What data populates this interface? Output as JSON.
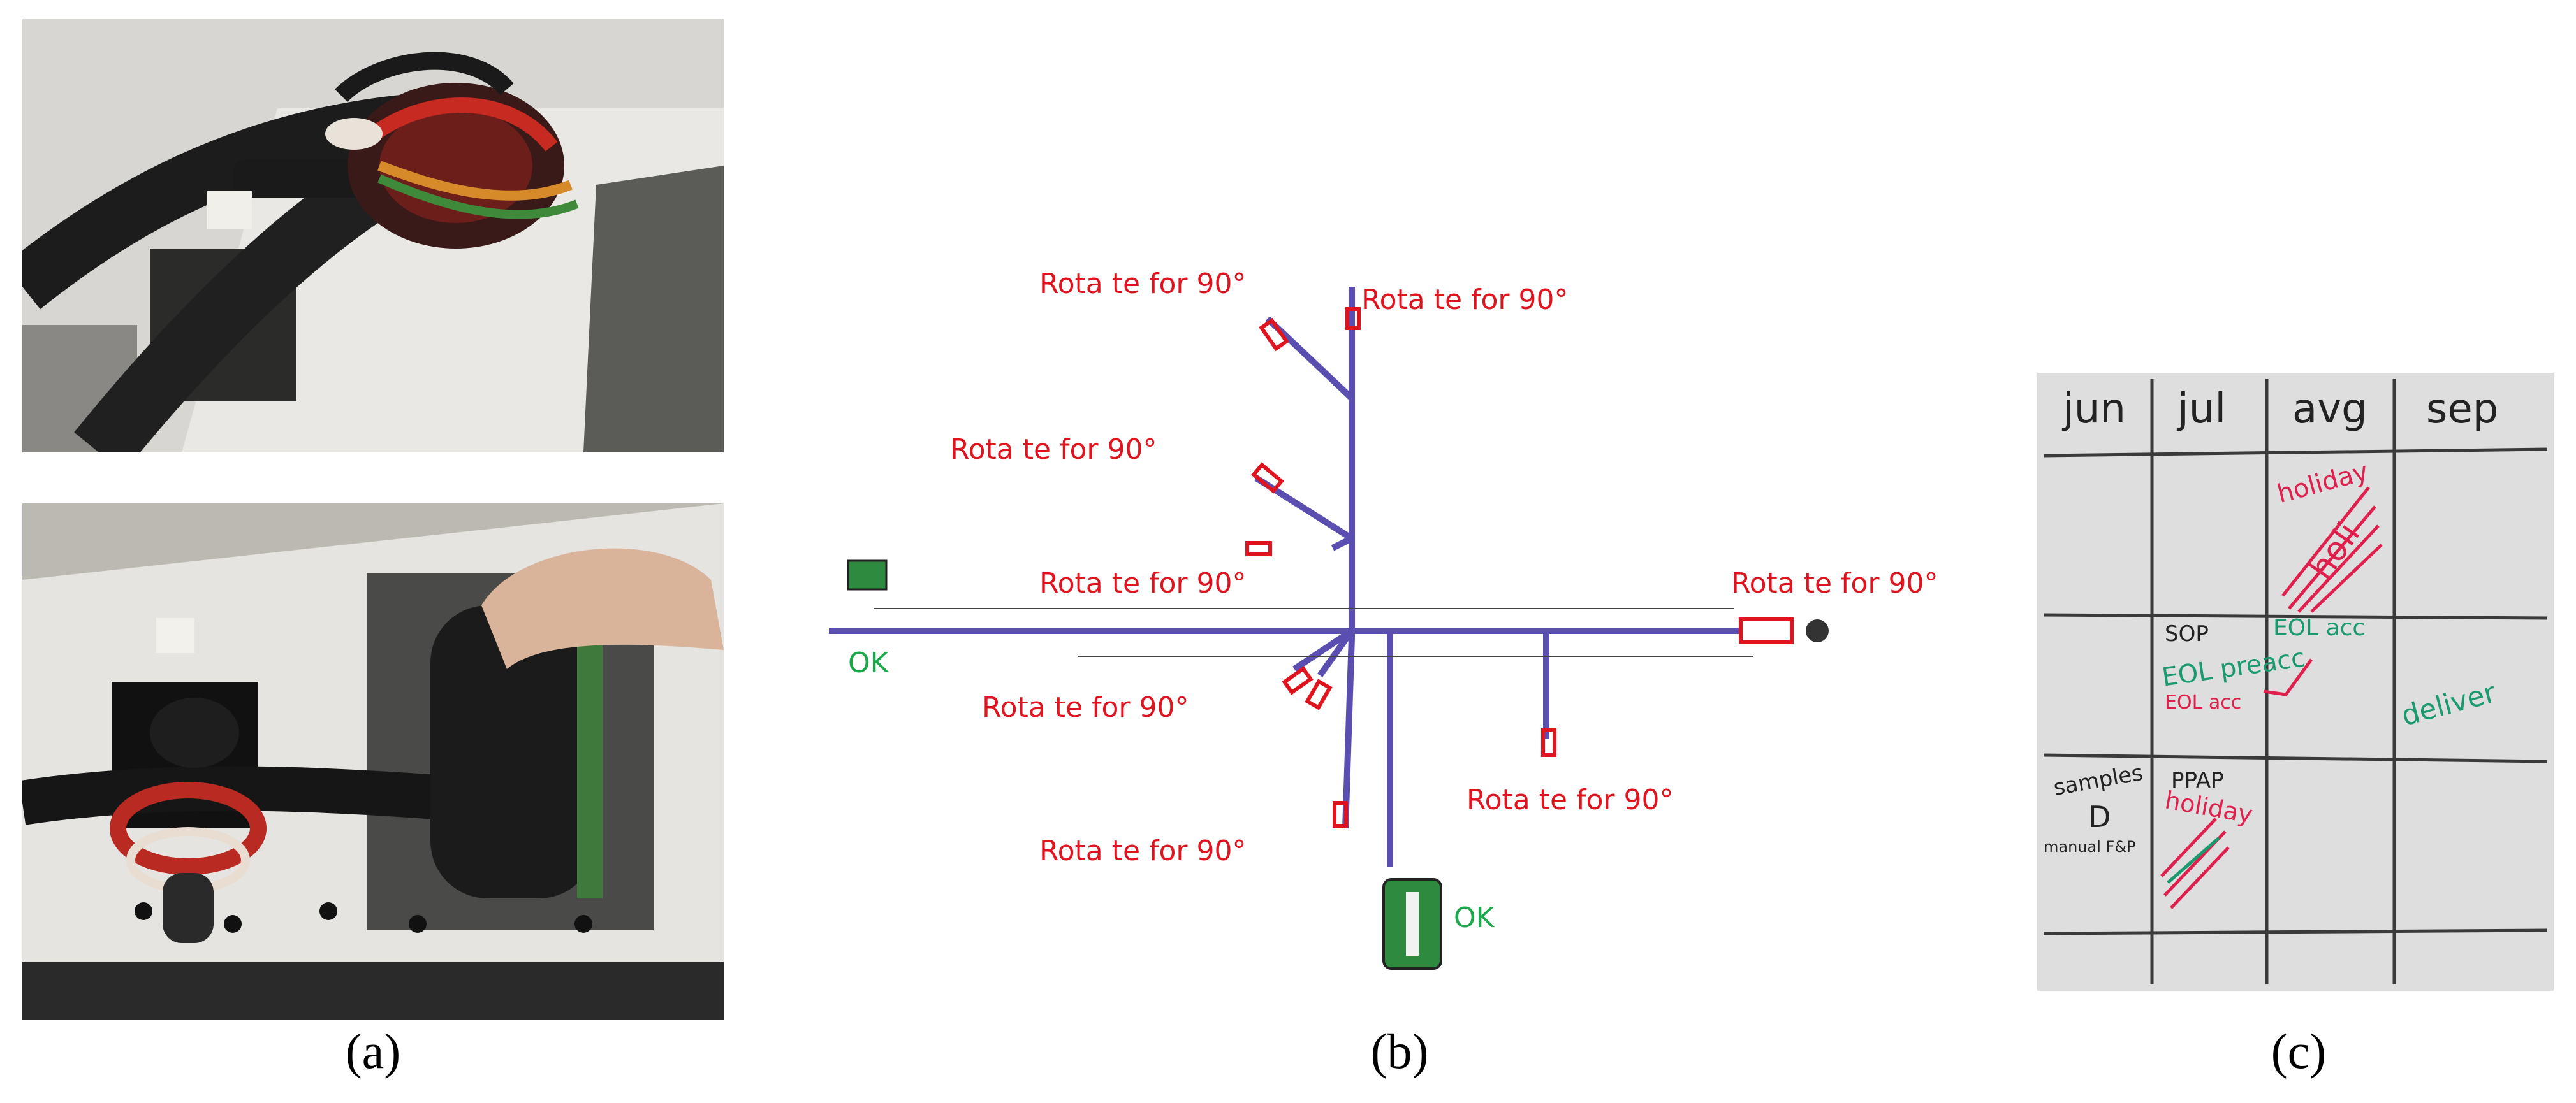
{
  "captions": {
    "a": "(a)",
    "b": "(b)",
    "c": "(c)"
  },
  "diagram": {
    "rotate_label": "Rota te for 90°",
    "ok_label": "OK",
    "colors": {
      "annotation": "#e0141e",
      "ok": "#1aa84a",
      "harness": "#5a4fb0"
    }
  },
  "whiteboard": {
    "months": [
      "jun",
      "jul",
      "avg",
      "sep"
    ],
    "cells": {
      "holiday_avg": "holiday",
      "holi": "holi",
      "sop": "SOP",
      "eol_acc_green": "EOL acc",
      "eol_preacc": "EOL preacc",
      "eol_acc_red": "EOL acc",
      "deliver": "deliver",
      "samples": "samples",
      "d_letter": "D",
      "manual_fap": "manual F&P",
      "ppap": "PPAP",
      "holiday_jul": "holiday"
    }
  }
}
